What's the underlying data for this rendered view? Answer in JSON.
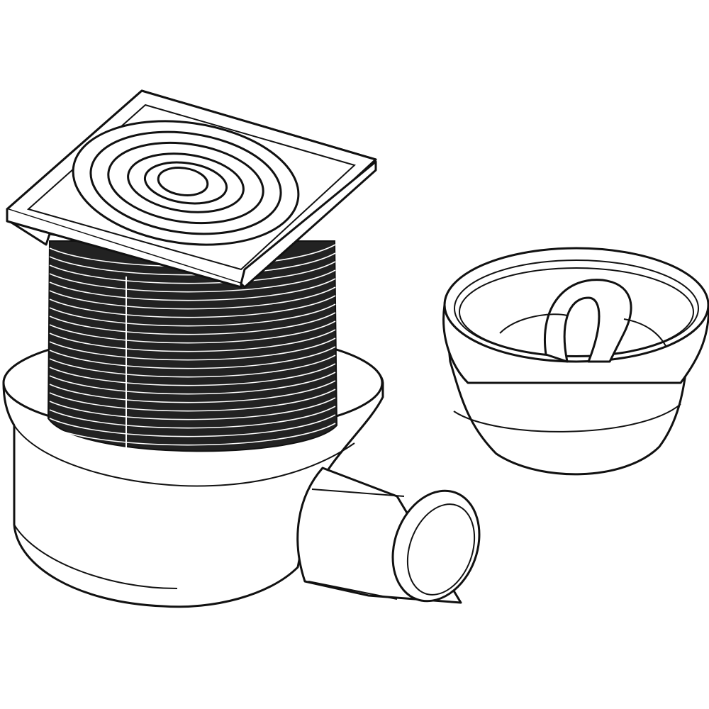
{
  "drawing": {
    "colors": {
      "line": "#111111",
      "background": "#ffffff",
      "rib": "#222222"
    },
    "components": [
      "drain-body",
      "outlet-pipe",
      "height-extension",
      "square-grate",
      "odour-trap-insert"
    ]
  }
}
